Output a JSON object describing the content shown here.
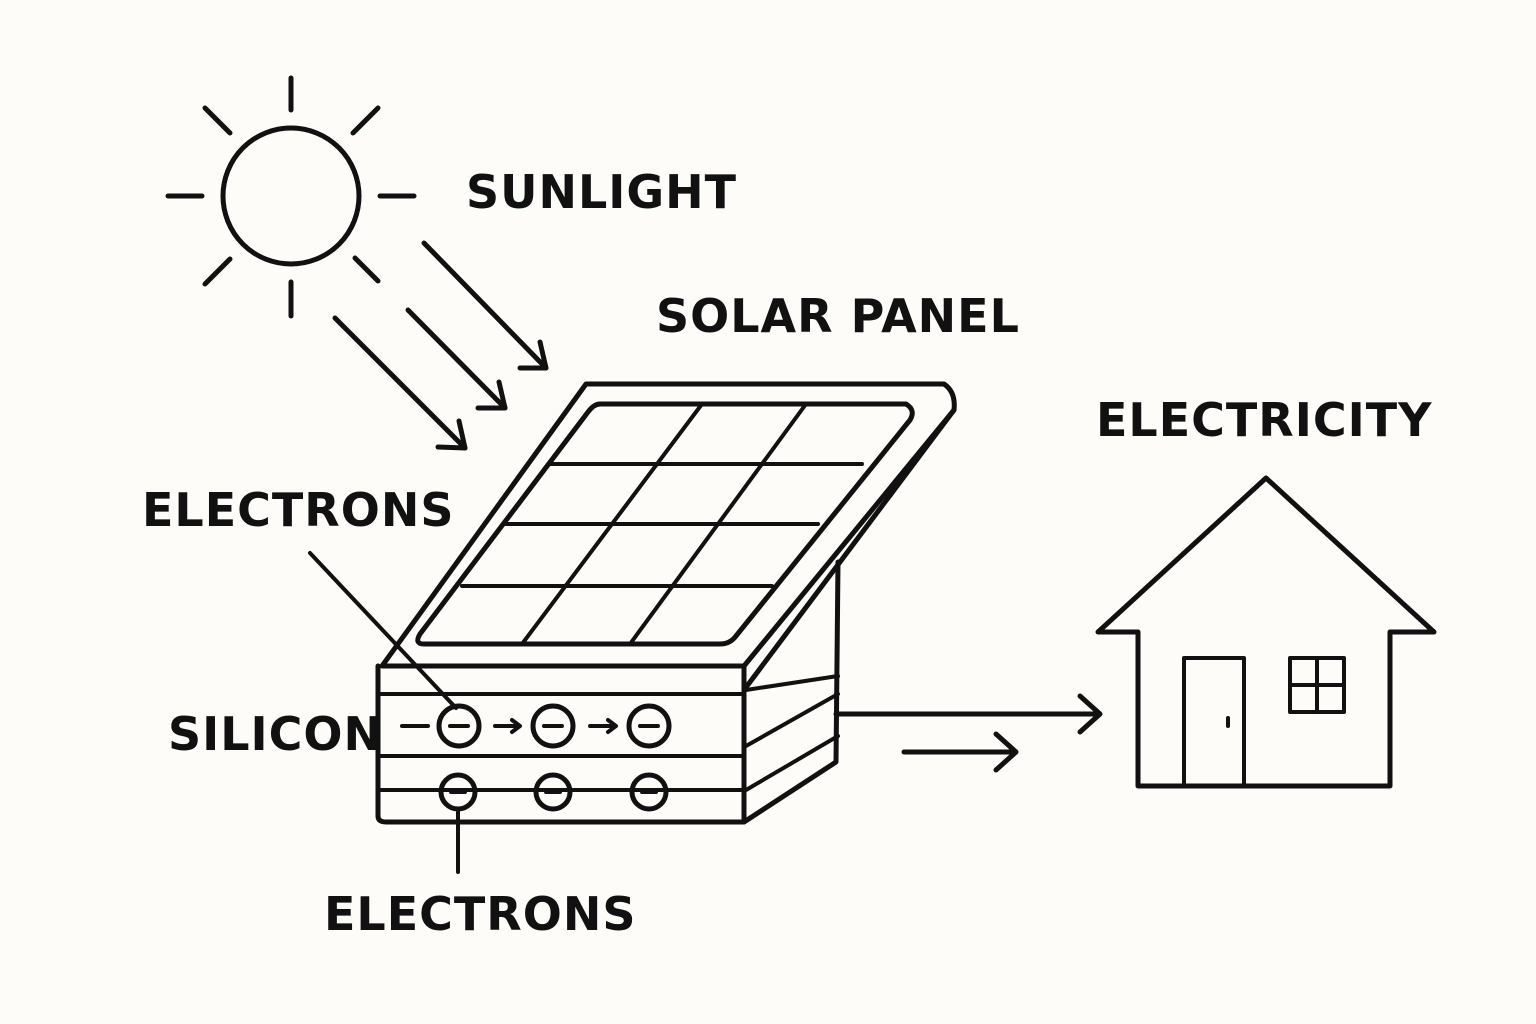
{
  "colors": {
    "background": "#fdfcf8",
    "ink": "#111111"
  },
  "labels": {
    "sunlight": "SUNLIGHT",
    "solar_panel": "SOLAR PANEL",
    "electricity": "ELECTRICITY",
    "electrons_top": "ELECTRONS",
    "silicon": "SILICON",
    "electrons_bottom": "ELECTRONS"
  },
  "icons": {
    "sun": "sun-icon",
    "house": "house-icon",
    "panel": "solar-panel-icon",
    "electron": "electron-minus-icon"
  }
}
